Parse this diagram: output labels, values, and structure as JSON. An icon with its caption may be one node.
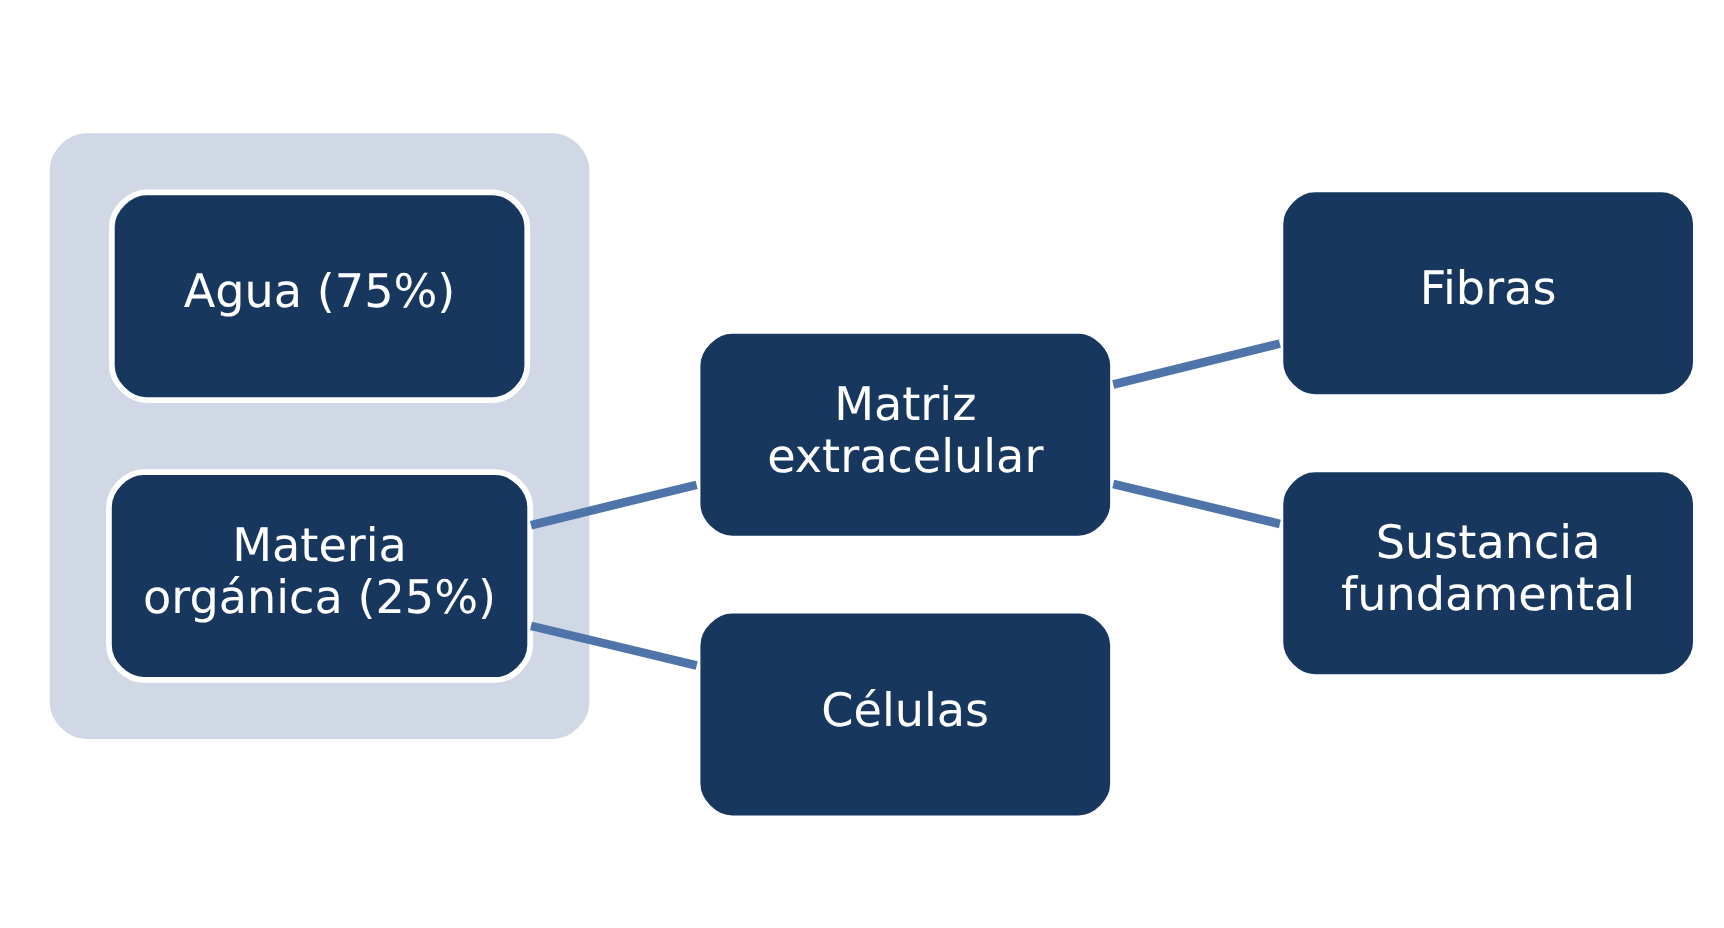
{
  "diagram": {
    "nodes": [
      {
        "text": [],
        "shape": "box"
      },
      {
        "text": [
          "Agua (75%)"
        ],
        "in": 0
      },
      {
        "text": [
          "Materia orgánica (25%)"
        ],
        "in": 0
      },
      {
        "text": [
          "Matriz extracelular"
        ]
      },
      {
        "text": [
          "Células"
        ]
      },
      {
        "text": [
          "Fibras"
        ]
      },
      {
        "text": [
          "Sustancia fundamental"
        ]
      }
    ],
    "edges": [
      {
        "from": 2,
        "to": 3,
        "arrow": "none"
      },
      {
        "from": 2,
        "to": 4,
        "arrow": "none"
      },
      {
        "from": 3,
        "to": 5,
        "arrow": "none"
      },
      {
        "from": 3,
        "to": 6,
        "arrow": "none"
      }
    ]
  }
}
